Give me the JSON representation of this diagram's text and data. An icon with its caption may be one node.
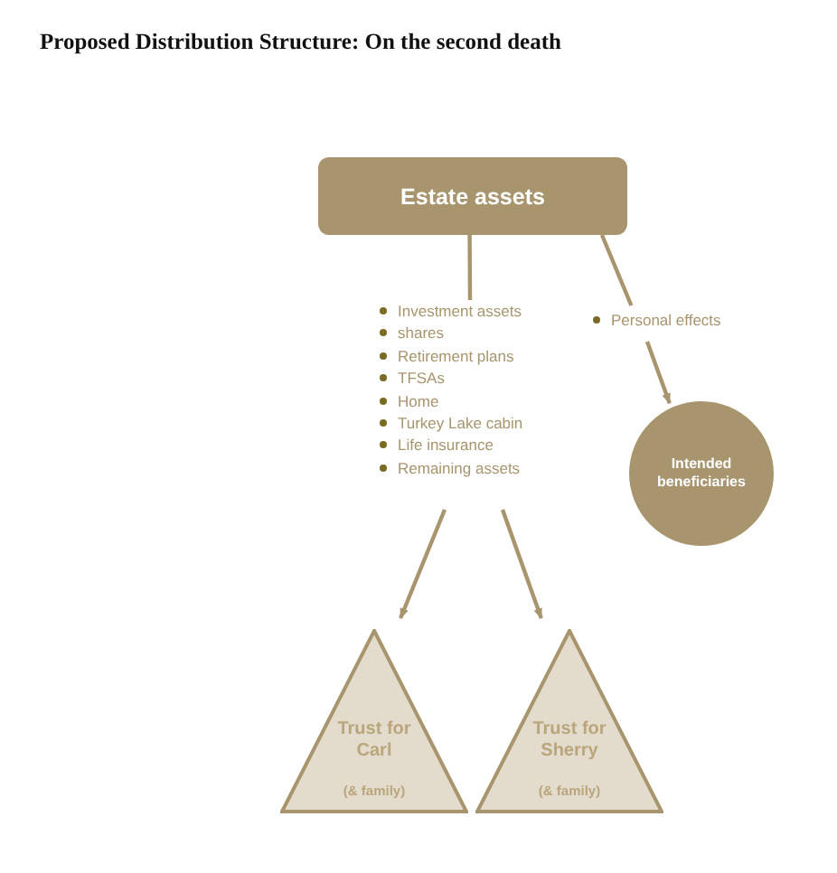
{
  "diagram": {
    "title": "Proposed Distribution Structure: On the second death",
    "nodes": [
      {
        "text": [
          "Estate assets"
        ]
      },
      {
        "text": [
          "Investment assets",
          "shares",
          "Retirement plans",
          "TFSAs",
          "Home",
          "Turkey Lake cabin",
          "Life insurance",
          "Remaining assets"
        ]
      },
      {
        "text": [
          "Personal effects"
        ]
      },
      {
        "text": [
          "Intended beneficiaries"
        ]
      },
      {
        "text": [
          "Trust for Carl",
          "(& family)"
        ]
      },
      {
        "text": [
          "Trust for Sherry",
          "(& family)"
        ]
      }
    ],
    "edges": [
      {
        "from": 0,
        "to": 1,
        "arrow": "none"
      },
      {
        "from": 0,
        "to": 2,
        "arrow": "none"
      },
      {
        "from": 2,
        "to": 3,
        "arrow": "to"
      },
      {
        "from": 1,
        "to": 4,
        "arrow": "to"
      },
      {
        "from": 1,
        "to": 5,
        "arrow": "to"
      }
    ]
  }
}
